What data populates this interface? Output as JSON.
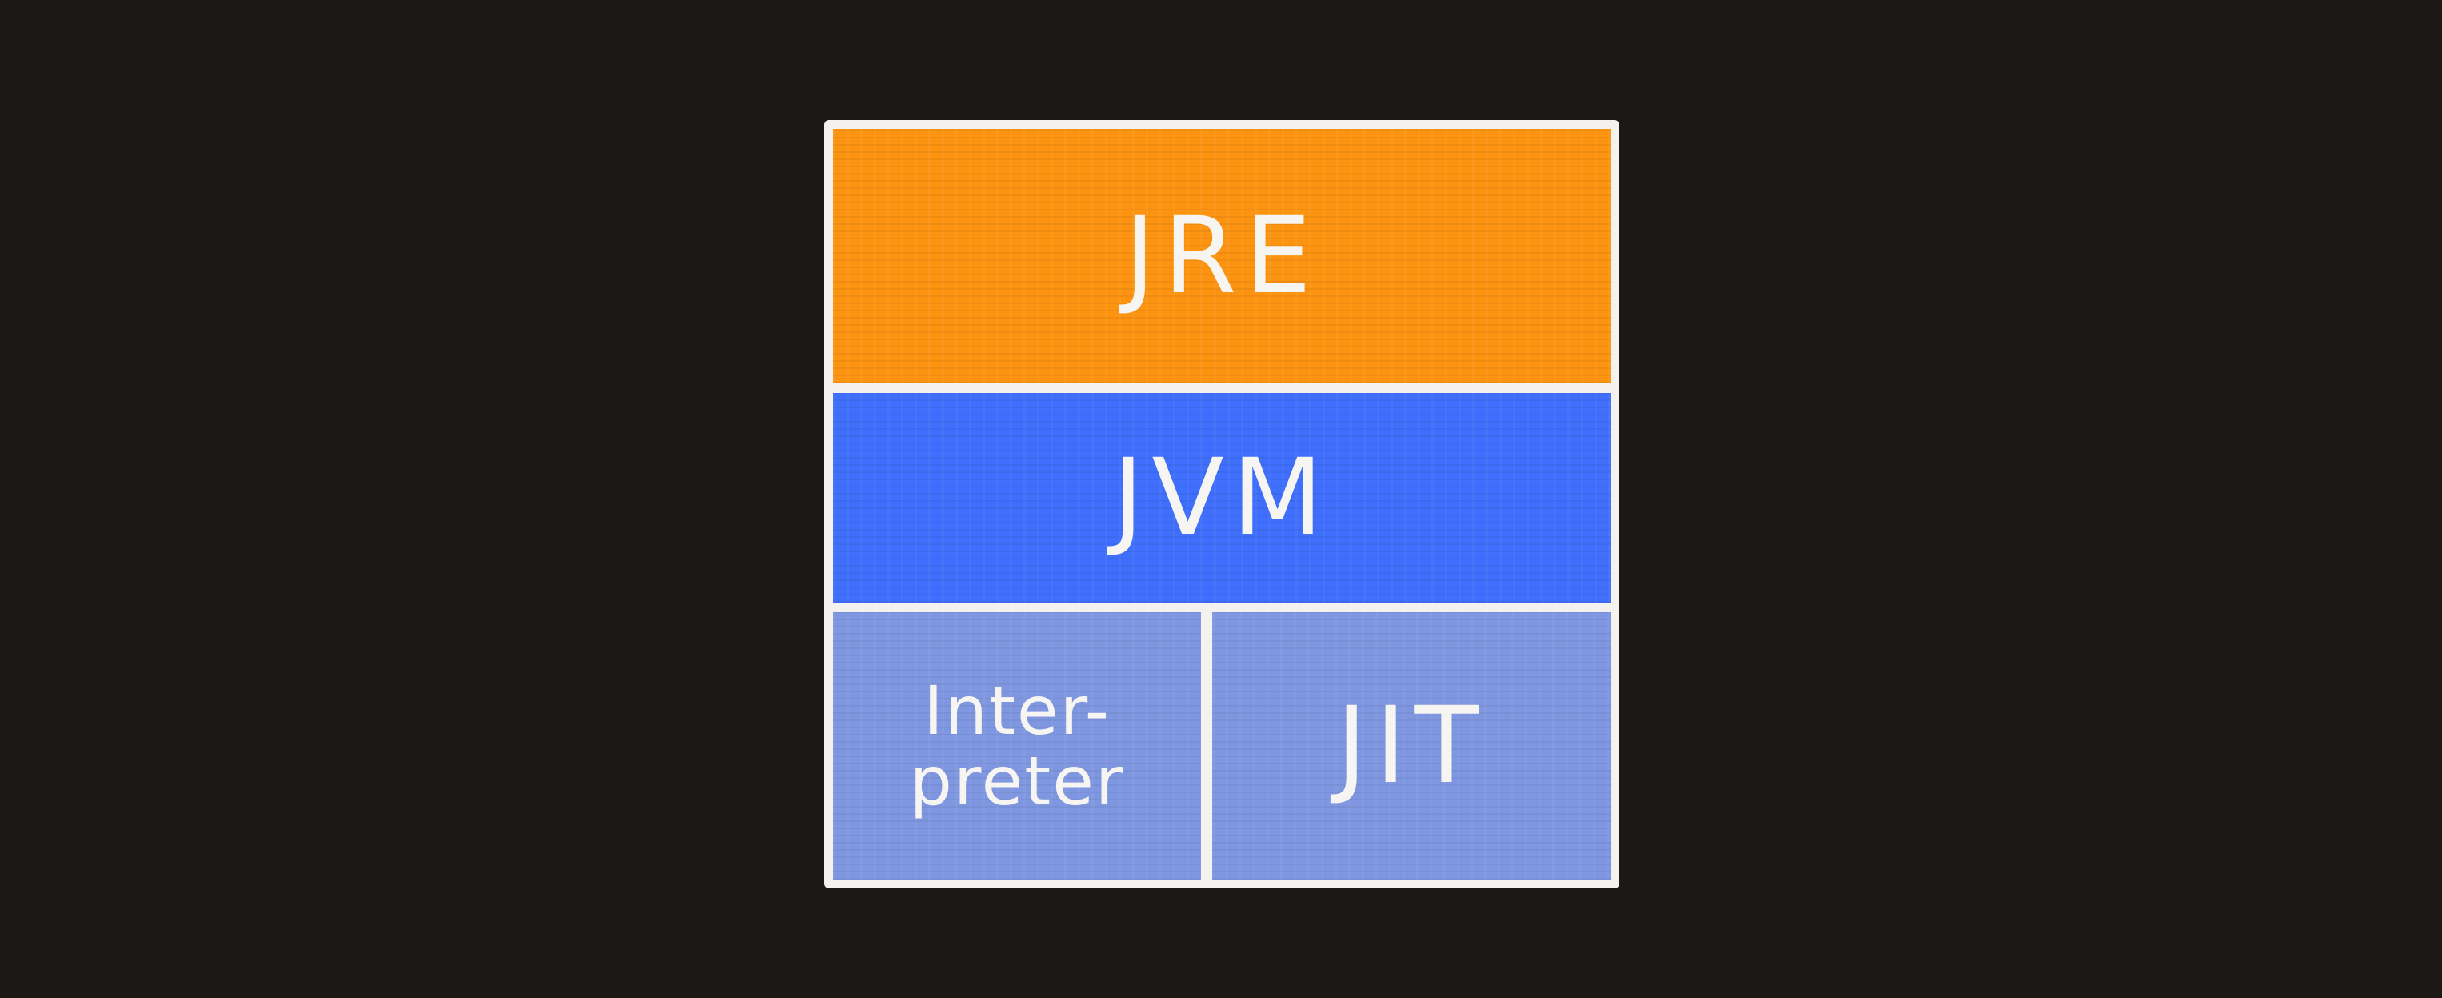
{
  "diagram": {
    "jre": {
      "label": "JRE",
      "color": "#fc9411"
    },
    "jvm": {
      "label": "JVM",
      "color": "#3f6ffc"
    },
    "interpreter": {
      "label": "Inter-\npreter",
      "color": "#7f97e0"
    },
    "jit": {
      "label": "JIT",
      "color": "#7f97e0"
    }
  },
  "colors": {
    "background": "#1c1816",
    "outline": "#f4f2ee"
  }
}
